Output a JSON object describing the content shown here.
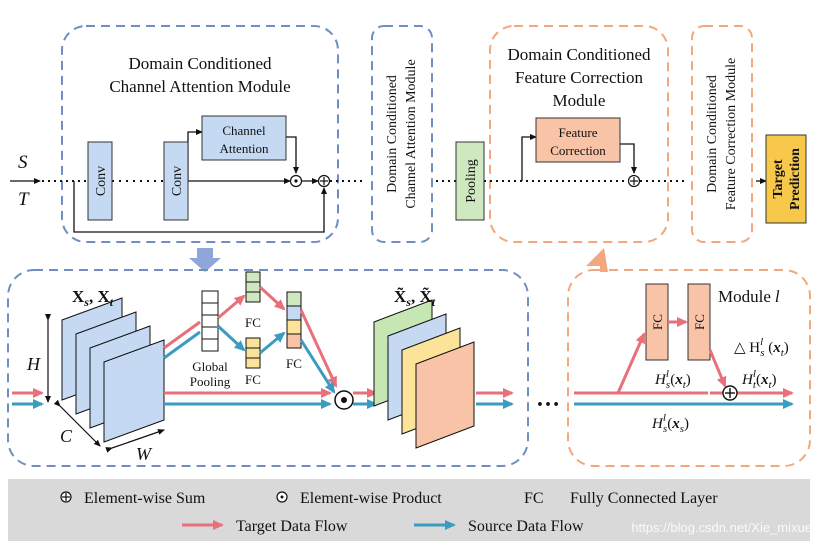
{
  "modules": {
    "channel_attention_title": [
      "Domain Conditioned",
      "Channel Attention Module"
    ],
    "channel_attention_vertical": [
      "Domain Conditioned",
      "Channel Attention Module"
    ],
    "feature_correction_title": [
      "Domain Conditioned",
      "Feature Correction",
      "Module"
    ],
    "feature_correction_vertical": [
      "Domain Conditioned",
      "Feature Correction Module"
    ]
  },
  "blocks": {
    "conv": "Conv",
    "channel_attention": [
      "Channel",
      "Attention"
    ],
    "pooling": "Pooling",
    "fc_small": [
      "Feature",
      "Correction"
    ],
    "target_prediction": [
      "Target",
      "Prediction"
    ]
  },
  "inputs": {
    "source": "S",
    "target": "T"
  },
  "detail_left": {
    "features_in": "X",
    "features_in_sub_s": "s",
    "features_in_sub_t": "t",
    "features_out": "X̃",
    "dim_h": "H",
    "dim_c": "C",
    "dim_w": "W",
    "global_pooling": [
      "Global",
      "Pooling"
    ],
    "fc": "FC"
  },
  "detail_right": {
    "title": "Module",
    "title_var": "l",
    "fc": "FC",
    "delta_label": "△ H",
    "h_t_in": "H",
    "h_t_out": "H",
    "h_s": "H"
  },
  "ellipsis": "…",
  "legend": {
    "sum_label": "Element-wise Sum",
    "product_label": "Element-wise Product",
    "fc_abbr": "FC",
    "fc_label": "Fully Connected Layer",
    "target_flow": "Target Data Flow",
    "source_flow": "Source Data Flow",
    "watermark": "https://blog.csdn.net/Xie_mixue"
  },
  "colors": {
    "target_flow": "#e8707a",
    "source_flow": "#3a9cc0",
    "blue_dash": "#6f8fc1",
    "orange_dash": "#f2a77d",
    "conv_fill": "#c5daf2",
    "fc_fill": "#f8c3a6",
    "pool_fill": "#cfe8c0",
    "pred_fill": "#f7c84a"
  }
}
